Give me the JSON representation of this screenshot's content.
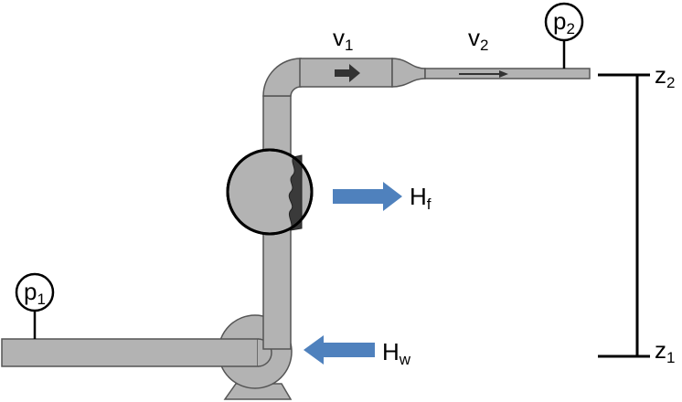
{
  "labels": {
    "p1": {
      "main": "p",
      "sub": "1"
    },
    "p2": {
      "main": "p",
      "sub": "2"
    },
    "v1": {
      "main": "v",
      "sub": "1"
    },
    "v2": {
      "main": "v",
      "sub": "2"
    },
    "z1": {
      "main": "z",
      "sub": "1"
    },
    "z2": {
      "main": "z",
      "sub": "2"
    },
    "hf": {
      "main": "H",
      "sub": "f"
    },
    "hw": {
      "main": "H",
      "sub": "w"
    }
  },
  "colors": {
    "pipe_fill": "#b3b3b3",
    "pipe_stroke": "#555555",
    "arrow_blue": "#4f81bd",
    "roughness": "#3a3a3a",
    "line": "#000000"
  }
}
